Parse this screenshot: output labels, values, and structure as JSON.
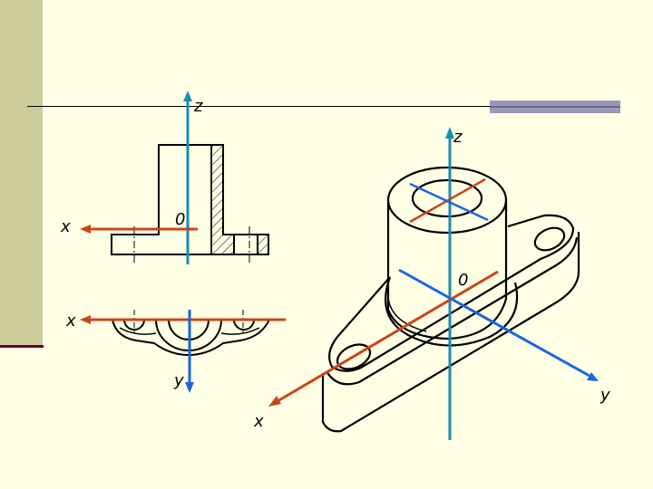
{
  "colors": {
    "background": "#ffffe6",
    "band": "#cccc99",
    "band_rule": "#660033",
    "accent_bar": "#9999b3",
    "axis_teal": "#1a8cb0",
    "axis_red": "#c8461a",
    "axis_blue": "#1a66e0",
    "outline": "#000000"
  },
  "front_view": {
    "z_label": "z",
    "x_label": "x",
    "origin_label": "0"
  },
  "top_view": {
    "x_label": "x",
    "y_label": "y"
  },
  "isometric_view": {
    "z_label": "z",
    "x_label": "x",
    "y_label": "y",
    "origin_label": "0"
  }
}
